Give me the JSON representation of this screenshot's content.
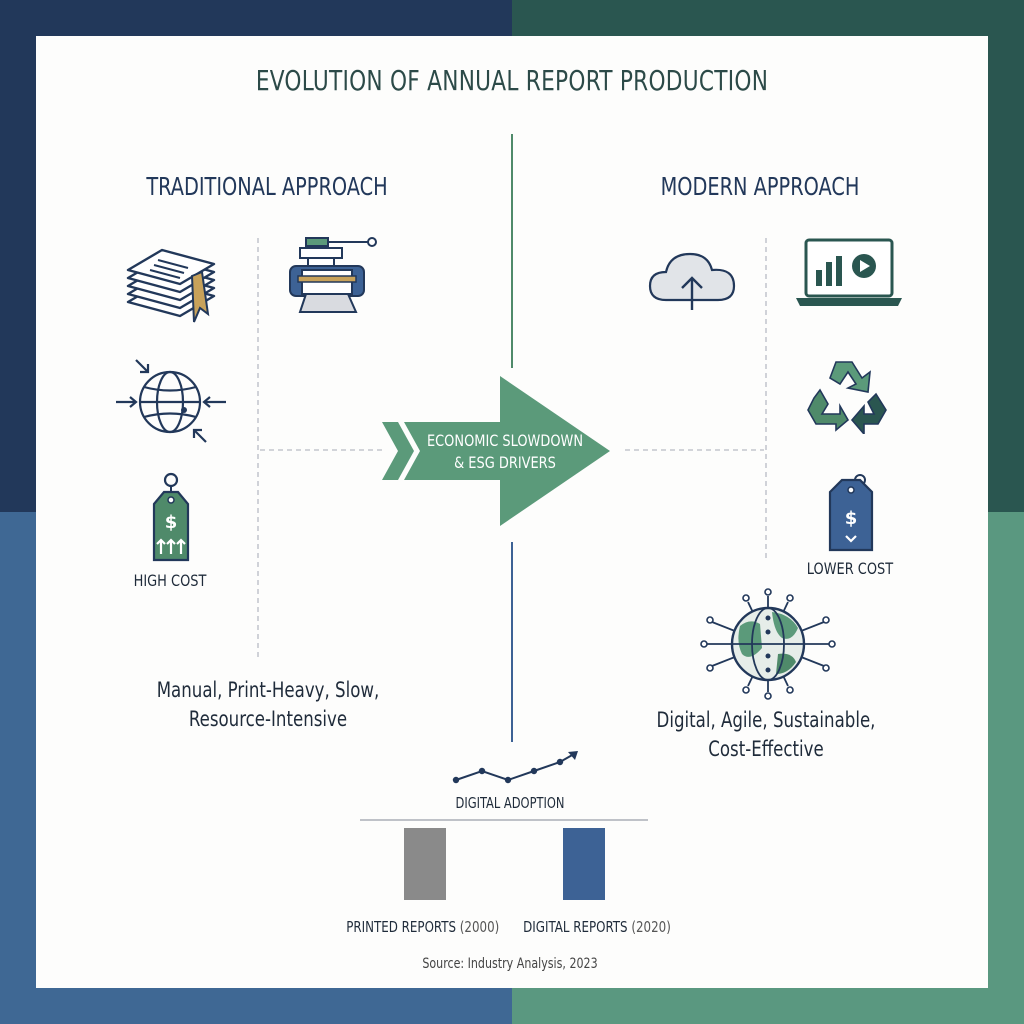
{
  "title": "EVOLUTION OF ANNUAL REPORT PRODUCTION",
  "traditional": {
    "heading": "TRADITIONAL APPROACH",
    "icons": [
      "stacked-documents-icon",
      "printing-press-icon",
      "globe-arrows-icon",
      "price-tag-icon"
    ],
    "cost_label": "HIGH COST",
    "description": "Manual, Print-Heavy, Slow, Resource-Intensive"
  },
  "transition": {
    "line1": "ECONOMIC SLOWDOWN",
    "line2": "& ESG DRIVERS"
  },
  "modern": {
    "heading": "MODERN APPROACH",
    "icons": [
      "cloud-upload-icon",
      "laptop-chart-icon",
      "recycle-icon",
      "price-tag-icon",
      "network-globe-icon"
    ],
    "cost_label": "LOWER COST",
    "description": "Digital, Agile, Sustainable, Cost-Effective"
  },
  "chart": {
    "trend_label": "DIGITAL ADOPTION",
    "source": "Source: Industry Analysis, 2023"
  },
  "chart_data": {
    "type": "bar",
    "categories": [
      "PRINTED REPORTS",
      "DIGITAL REPORTS"
    ],
    "category_parts": [
      [
        "PRINTED REPORTS",
        "(2000)"
      ],
      [
        "DIGITAL REPORTS",
        "(2020)"
      ]
    ],
    "values": [
      1,
      1
    ],
    "colors": [
      "#8a8a8a",
      "#3d6295"
    ],
    "trend_points": [
      1,
      2,
      1,
      2,
      3
    ]
  },
  "colors": {
    "navy": "#22385a",
    "teal": "#2c4a48",
    "green": "#5b9a7a",
    "accent_green": "#4f8a6a",
    "blue": "#3d6295",
    "gold": "#c8a25a"
  }
}
